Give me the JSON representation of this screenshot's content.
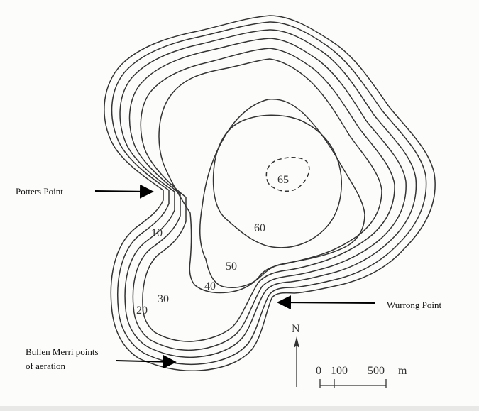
{
  "map": {
    "depth_labels": [
      "65",
      "60",
      "50",
      "40",
      "30",
      "20",
      "10"
    ],
    "callouts": {
      "potters_point": "Potters Point",
      "wurrong_point": "Wurrong Point",
      "bullen_merri_line1": "Bullen Merri points",
      "bullen_merri_line2": "of aeration"
    },
    "north": "N",
    "scale": {
      "label_0": "0",
      "label_100": "100",
      "label_500": "500",
      "unit": "m"
    }
  }
}
